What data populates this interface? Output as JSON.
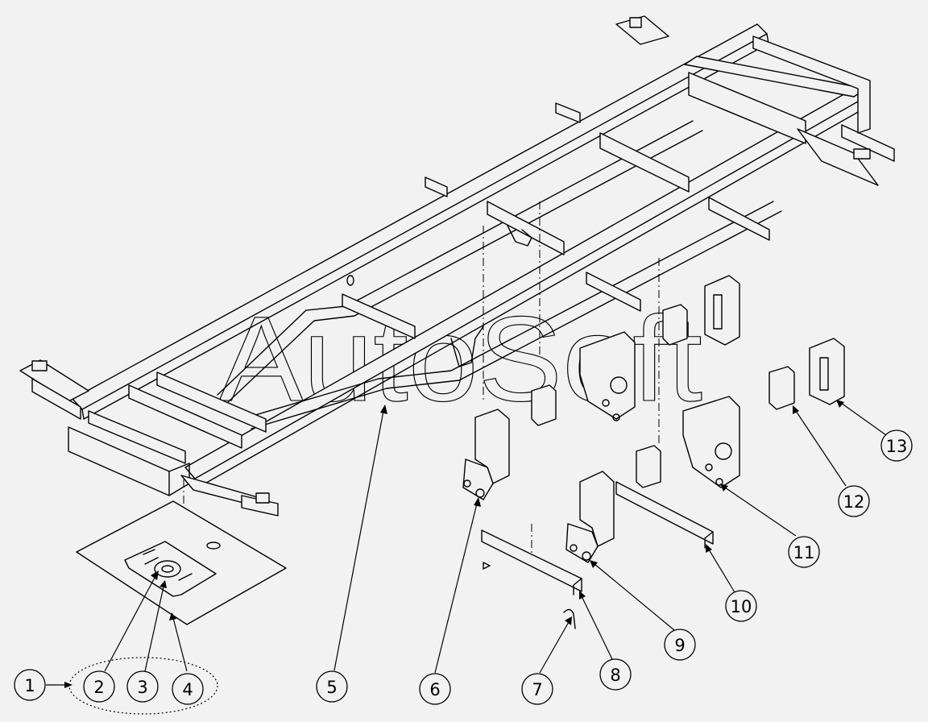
{
  "watermark": "AutoSoft",
  "callouts": [
    {
      "id": "c1",
      "label": "1"
    },
    {
      "id": "c2",
      "label": "2"
    },
    {
      "id": "c3",
      "label": "3"
    },
    {
      "id": "c4",
      "label": "4"
    },
    {
      "id": "c5",
      "label": "5"
    },
    {
      "id": "c6",
      "label": "6"
    },
    {
      "id": "c7",
      "label": "7"
    },
    {
      "id": "c8",
      "label": "8"
    },
    {
      "id": "c9",
      "label": "9"
    },
    {
      "id": "c10",
      "label": "10"
    },
    {
      "id": "c11",
      "label": "11"
    },
    {
      "id": "c12",
      "label": "12"
    },
    {
      "id": "c13",
      "label": "13"
    }
  ],
  "colors": {
    "background": "#f2f2f2",
    "ink": "#000000"
  }
}
